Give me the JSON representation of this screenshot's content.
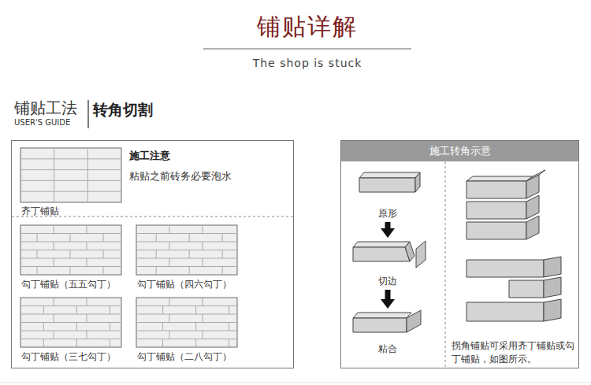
{
  "diagram": {
    "title": "铺贴详解",
    "nodes": [
      {
        "text": [
          "施工注意",
          "粘贴之前砖务必要泡水"
        ]
      },
      {
        "text": [
          "齐丁铺贴"
        ],
        "in": 0
      },
      {
        "text": [
          "勾丁铺贴（五五勾丁）"
        ],
        "in": 0
      },
      {
        "text": [
          "勾丁铺贴（四六勾丁）"
        ],
        "in": 0
      },
      {
        "text": [
          "勾丁铺贴（三七勾丁）"
        ],
        "in": 0
      },
      {
        "text": [
          "勾丁铺贴（二八勾丁）"
        ],
        "in": 0
      },
      {
        "text": [
          "施工转角示意",
          "拐角铺贴可采用齐丁铺贴或勾丁铺贴，如图所示。"
        ]
      },
      {
        "text": [
          "原形"
        ],
        "in": 6
      },
      {
        "text": [
          "切边"
        ],
        "in": 6
      },
      {
        "text": [
          "粘合"
        ],
        "in": 6
      }
    ],
    "edges": [
      {
        "from": 7,
        "to": 8,
        "arrow": "to"
      },
      {
        "from": 8,
        "to": 9,
        "arrow": "to"
      }
    ],
    "labels": [
      "The shop is stuck",
      "铺贴工法",
      "USER'S GUIDE",
      "转角切割"
    ]
  }
}
